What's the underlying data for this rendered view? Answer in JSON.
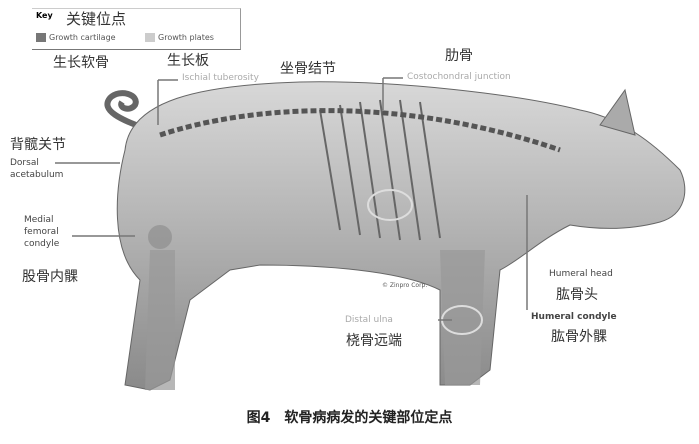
{
  "key": {
    "title": "Key",
    "title_cn": "关键位点",
    "items": [
      {
        "label": "Growth cartilage",
        "color": "#777777"
      },
      {
        "label": "Growth plates",
        "color": "#cccccc"
      }
    ]
  },
  "labels": {
    "growth_cartilage_cn": "生长软骨",
    "growth_plate_cn": "生长板",
    "ischial_cn": "坐骨结节",
    "ischial_en": "Ischial tuberosity",
    "rib_cn": "肋骨",
    "costo_en": "Costochondral junction",
    "dorsal_cn": "背髋关节",
    "dorsal_en_1": "Dorsal",
    "dorsal_en_2": "acetabulum",
    "femoral_en_1": "Medial",
    "femoral_en_2": "femoral",
    "femoral_en_3": "condyle",
    "femoral_cn": "股骨内髁",
    "copyright": "© Zinpro Corp.",
    "humeral_head_en": "Humeral head",
    "humeral_head_cn": "肱骨头",
    "distal_ulna_en": "Distal ulna",
    "distal_ulna_cn": "桡骨远端",
    "humeral_condyle_en": "Humeral condyle",
    "humeral_condyle_cn": "肱骨外髁"
  },
  "caption": {
    "figure": "图4",
    "text": "软骨病病发的关键部位定点"
  }
}
